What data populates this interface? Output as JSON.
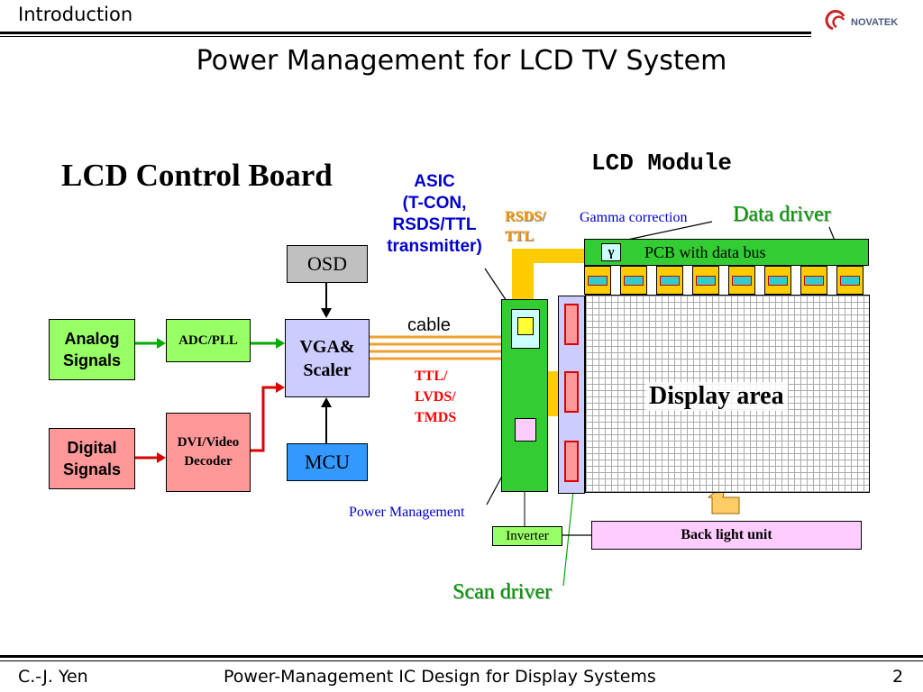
{
  "header": {
    "section": "Introduction",
    "logo_text": "NOVATEK"
  },
  "slide": {
    "title": "Power Management for LCD TV System"
  },
  "diagram": {
    "control_board_title": "LCD Control Board",
    "lcd_module_title": "LCD Module",
    "asic_label": [
      "ASIC",
      "(T-CON,",
      "RSDS/TTL",
      "transmitter)"
    ],
    "rsds_label": [
      "RSDS/",
      "TTL"
    ],
    "gamma_label": "Gamma correction",
    "data_driver_label": "Data driver",
    "gamma_symbol": "γ",
    "pcb_label": "PCB with data bus",
    "osd": "OSD",
    "analog": [
      "Analog",
      "Signals"
    ],
    "adc": "ADC/PLL",
    "vga": [
      "VGA&",
      "Scaler"
    ],
    "cable_label": "cable",
    "ttl_label": [
      "TTL/",
      "LVDS/",
      "TMDS"
    ],
    "display_area": "Display area",
    "digital": [
      "Digital",
      "Signals"
    ],
    "dvi": [
      "DVI/Video",
      "Decoder"
    ],
    "mcu": "MCU",
    "power_mgmt": "Power Management",
    "inverter": "Inverter",
    "backlight": "Back light unit",
    "scan_driver": "Scan driver"
  },
  "footer": {
    "author": "C.-J. Yen",
    "course": "Power-Management IC Design for Display Systems",
    "page": "2"
  },
  "colors": {
    "green_box": "#99ff66",
    "pink_box": "#ff9999",
    "osd_gray": "#c0c0c0",
    "vga_lavender": "#ccccff",
    "mcu_blue": "#3399ff",
    "board_green": "#33cc33",
    "pcb_green": "#33cc33",
    "driver_yellow": "#ffcc00",
    "chip_teal": "#33cccc",
    "cable_orange": "#f0a030",
    "scan_panel": "#ccccff",
    "backlight_pink": "#ffccff",
    "red_text": "#ff0000",
    "blue_text": "#0000cc",
    "dark_green_text": "#009900"
  }
}
